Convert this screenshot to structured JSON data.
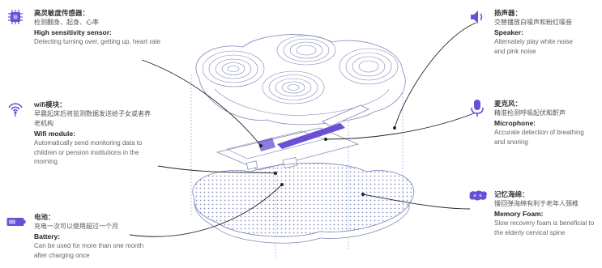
{
  "callouts": {
    "sensor": {
      "zh_title": "高灵敏度传感器：",
      "zh_desc": "检测翻身、起身、心率",
      "en_title": "High sensitivity sensor:",
      "en_desc": "Detecting turning over, getting up, heart rate",
      "icon": "chip-icon"
    },
    "wifi": {
      "zh_title": "wifi模块：",
      "zh_desc": "早晨起床后将监测数据发送给子女或者养老机构",
      "en_title": "Wifi module:",
      "en_desc": "Automatically send monitoring data to children or pension institutions in the morning",
      "icon": "wifi-icon"
    },
    "battery": {
      "zh_title": "电池：",
      "zh_desc": "充电一次可以使用超过一个月",
      "en_title": "Battery:",
      "en_desc": "Can be used for more than one month after charging once",
      "icon": "battery-icon"
    },
    "speaker": {
      "zh_title": "扬声器：",
      "zh_desc": "交替播放白噪声和粉红噪音",
      "en_title": "Speaker:",
      "en_desc": "Alternately play white noise and pink noise",
      "icon": "speaker-icon"
    },
    "microphone": {
      "zh_title": "麦克风：",
      "zh_desc": "精准检测呼吸起伏和鼾声",
      "en_title": "Microphone:",
      "en_desc": "Accurate detection of breathing and snoring",
      "icon": "microphone-icon"
    },
    "foam": {
      "zh_title": "记忆海绵：",
      "zh_desc": "慢回弹海绵有利于老年人颈椎",
      "en_title": "Memory Foam:",
      "en_desc": "Slow recovery foam is beneficial to the elderly cervical spine",
      "icon": "memory-foam-icon"
    }
  },
  "colors": {
    "accent": "#6a4fd6",
    "line": "#7f86b8",
    "guide": "#8fb6e8",
    "leader": "#222222"
  }
}
